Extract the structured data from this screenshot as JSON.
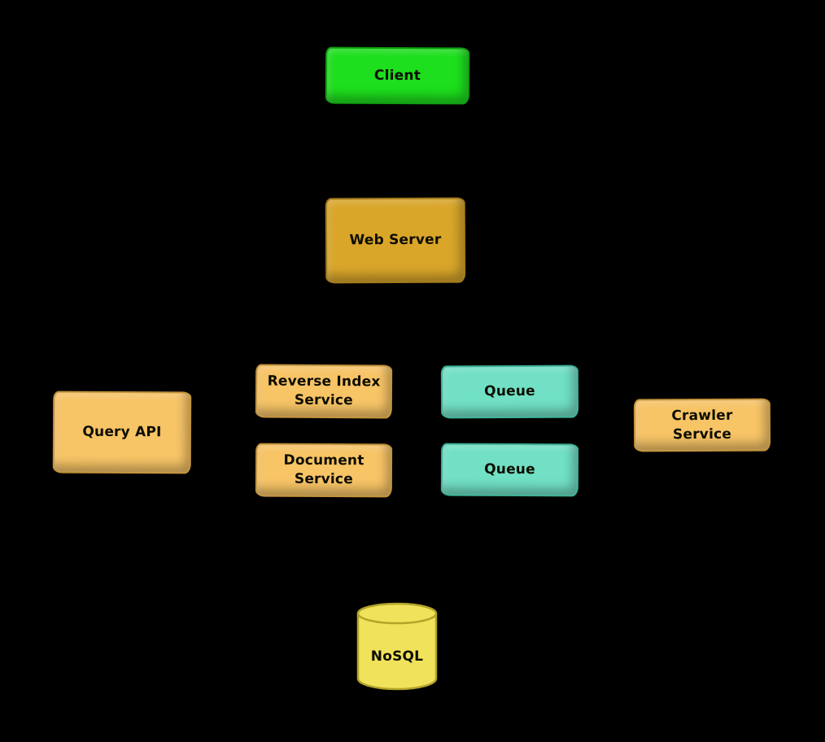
{
  "diagram": {
    "background": "#000000",
    "text_color": "#0d0d00",
    "nodes": [
      {
        "id": "client",
        "label": "Client",
        "fill": "#1ddf1d",
        "stroke": "#0f9c10",
        "shape": "rectangle"
      },
      {
        "id": "web-server",
        "label": "Web Server",
        "fill": "#d9a62a",
        "stroke": "#a1791a",
        "shape": "rectangle"
      },
      {
        "id": "reverse-index-service",
        "label": "Reverse Index\nService",
        "fill": "#f7c466",
        "stroke": "#c2923d",
        "shape": "rectangle"
      },
      {
        "id": "queue-in",
        "label": "Queue",
        "fill": "#71e0c5",
        "stroke": "#3fb197",
        "shape": "rectangle"
      },
      {
        "id": "query-api",
        "label": "Query API",
        "fill": "#f7c466",
        "stroke": "#c2923d",
        "shape": "rectangle"
      },
      {
        "id": "crawler-service",
        "label": "Crawler\nService",
        "fill": "#f7c466",
        "stroke": "#c2923d",
        "shape": "rectangle"
      },
      {
        "id": "document-service",
        "label": "Document\nService",
        "fill": "#f7c466",
        "stroke": "#c2923d",
        "shape": "rectangle"
      },
      {
        "id": "queue-out",
        "label": "Queue",
        "fill": "#71e0c5",
        "stroke": "#3fb197",
        "shape": "rectangle"
      },
      {
        "id": "nosql",
        "label": "NoSQL",
        "fill": "#f1e25c",
        "stroke": "#b3a429",
        "shape": "cylinder"
      }
    ]
  }
}
